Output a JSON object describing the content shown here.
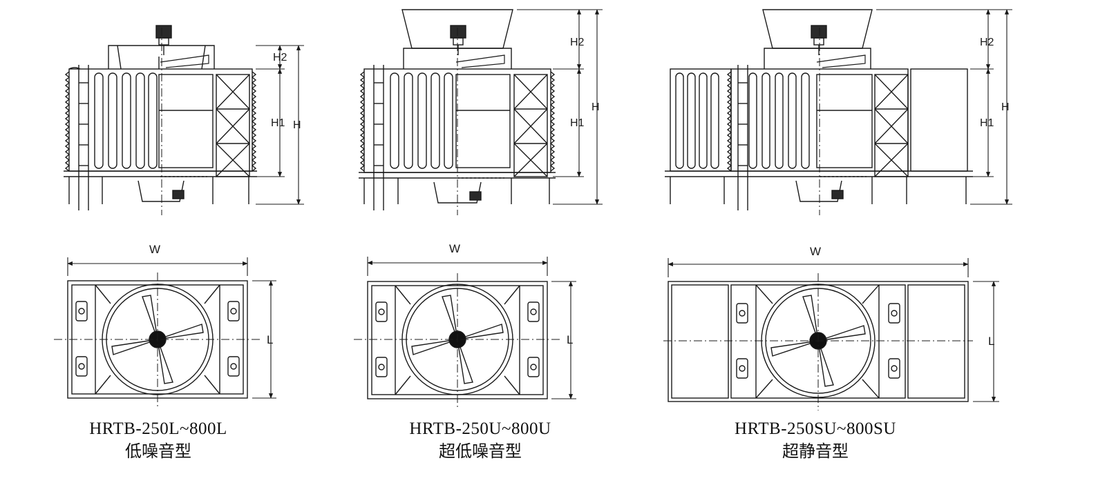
{
  "colors": {
    "ink": "#1a1a1a",
    "hub": "#111111",
    "background": "#ffffff"
  },
  "dimension_labels": {
    "height": "H",
    "height1": "H1",
    "height2": "H2",
    "width": "W",
    "length": "L"
  },
  "models": [
    {
      "id": "low-noise",
      "model": "HRTB-250L~800L",
      "type": "低噪音型"
    },
    {
      "id": "ultra-low-noise",
      "model": "HRTB-250U~800U",
      "type": "超低噪音型"
    },
    {
      "id": "super-silent",
      "model": "HRTB-250SU~800SU",
      "type": "超静音型"
    }
  ]
}
